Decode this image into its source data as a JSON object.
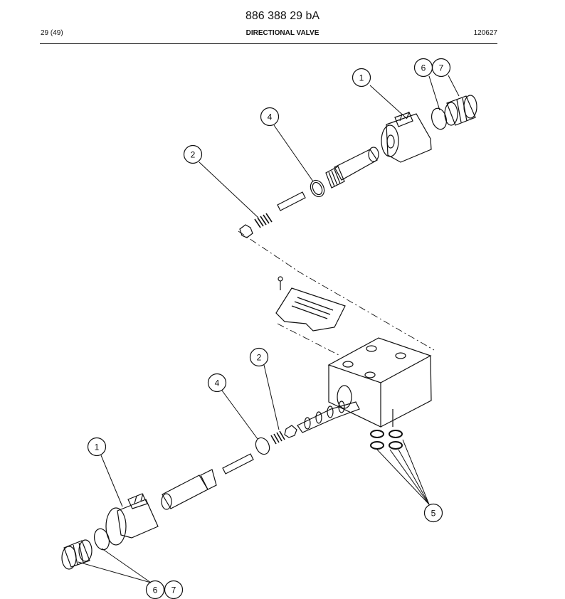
{
  "header": {
    "doc_number": "886 388 29 bA",
    "page_ref": "29 (49)",
    "title": "DIRECTIONAL VALVE",
    "date_code": "120627"
  },
  "callouts": {
    "coil_top": "1",
    "spring_top": "2",
    "oring_top": "4",
    "ring_top": "6",
    "nut_top": "7",
    "coil_bottom": "1",
    "spring_bottom": "2",
    "oring_bottom": "4",
    "seals": "5",
    "ring_bottom": "6",
    "nut_bottom": "7"
  }
}
